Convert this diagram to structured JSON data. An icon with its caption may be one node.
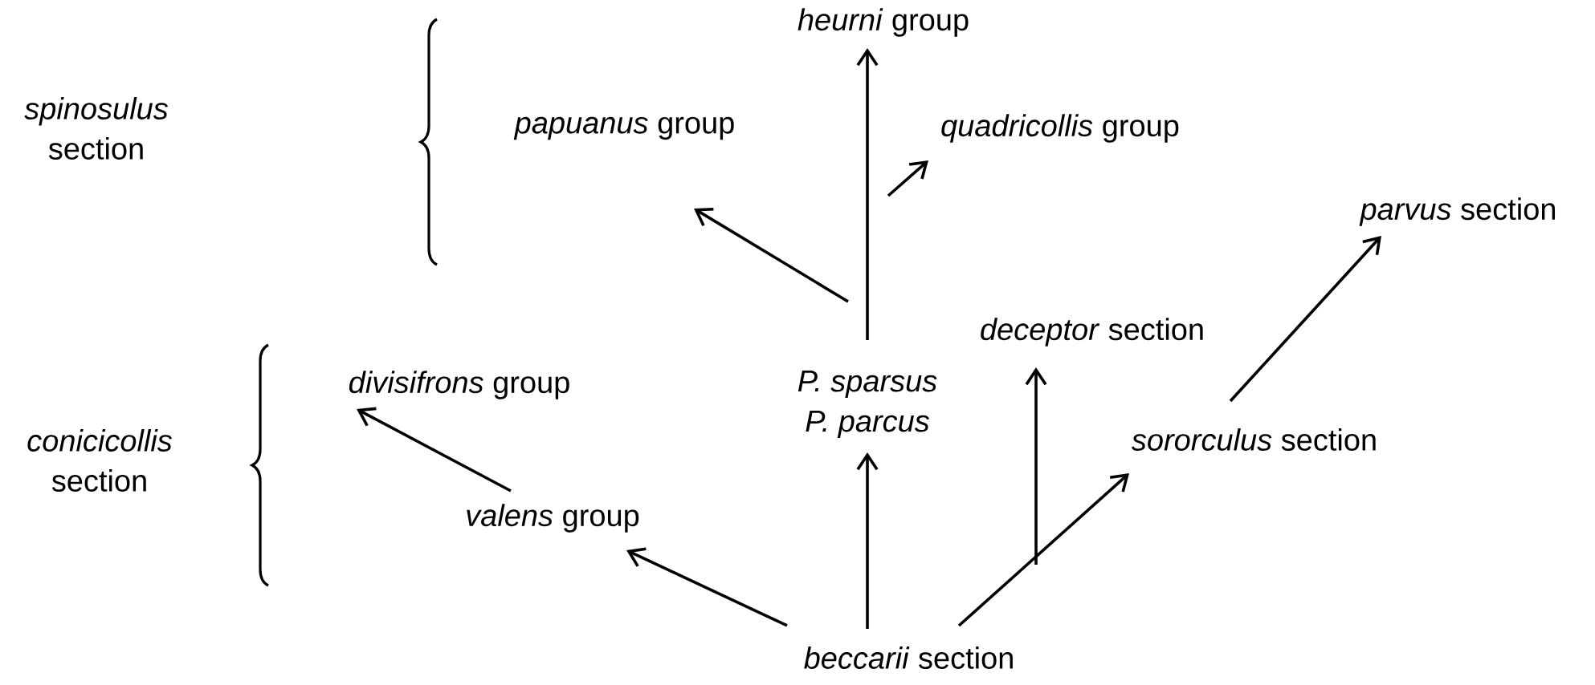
{
  "diagram": {
    "nodes": [
      {
        "text": [
          "*heurni* group"
        ]
      },
      {
        "text": [
          "*papuanus* group"
        ]
      },
      {
        "text": [
          "*quadricollis* group"
        ]
      },
      {
        "text": [
          "*parvus* section"
        ]
      },
      {
        "text": [
          "*deceptor* section"
        ]
      },
      {
        "text": [
          "P. sparsus",
          "P. parcus"
        ]
      },
      {
        "text": [
          "*divisifrons* group"
        ]
      },
      {
        "text": [
          "*sororculus* section"
        ]
      },
      {
        "text": [
          "*valens* group"
        ]
      },
      {
        "text": [
          "*beccarii* section"
        ]
      }
    ],
    "edges": [
      {
        "from": 5,
        "to": 0,
        "arrow": "to"
      },
      {
        "from": 5,
        "to": 1,
        "arrow": "to"
      },
      {
        "from": null,
        "to": 2,
        "arrow": "to"
      },
      {
        "from": 9,
        "to": 5,
        "arrow": "to"
      },
      {
        "from": 9,
        "to": 8,
        "arrow": "to"
      },
      {
        "from": 8,
        "to": 6,
        "arrow": "to"
      },
      {
        "from": 9,
        "to": 7,
        "arrow": "to"
      },
      {
        "from": 7,
        "to": 3,
        "arrow": "to"
      },
      {
        "from": null,
        "to": 4,
        "arrow": "to"
      }
    ],
    "labels": [
      "*spinosulus* section",
      "*conicicollis* section"
    ]
  }
}
